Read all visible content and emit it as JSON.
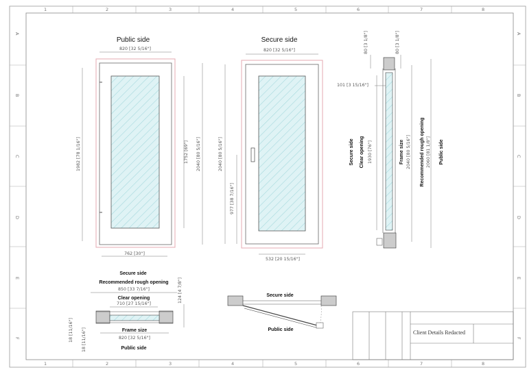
{
  "ruler": {
    "columns": [
      "1",
      "2",
      "3",
      "4",
      "5",
      "6",
      "7",
      "8"
    ],
    "rows": [
      "A",
      "B",
      "C",
      "D",
      "E",
      "F"
    ]
  },
  "views": {
    "public_title": "Public side",
    "secure_title": "Secure side",
    "public_dims": {
      "top_width": "820 [32 5/16\"]",
      "bottom_width": "762 [30\"]",
      "left_height": "1982 [78 1/16\"]",
      "right_inner": "1752 [69\"]",
      "right_outer": "2040 [80 5/16\"]"
    },
    "secure_dims": {
      "top_width": "820 [32 5/16\"]",
      "left_outer": "2040 [80 5/16\"]",
      "handle_height": "977 [38 7/16\"]",
      "bottom_width": "532 [20 15/16\"]"
    },
    "section_dims": {
      "top_a": "80 [3 1/8\"]",
      "top_b": "80 [3 1/8\"]",
      "frame_depth": "101 [3 15/16\"]",
      "secure_side": "Secure side",
      "clear_opening": "Clear opening",
      "clear_opening_value": "1930 [76\"]",
      "frame_size": "Frame size",
      "frame_size_value": "2040 [80 5/16\"]",
      "rough_opening": "Recommended rough opening",
      "rough_opening_value": "2060 [81 1/8\"]",
      "public_side": "Public side"
    },
    "plan": {
      "secure_side": "Secure side",
      "rough_opening": "Recommended rough opening",
      "rough_opening_value": "850 [33 7/16\"]",
      "clear_opening": "Clear opening",
      "clear_opening_value": "710 [27 15/16\"]",
      "frame_size": "Frame size",
      "frame_size_value": "820 [32 5/16\"]",
      "public_side": "Public side",
      "depth": "124 [4 7/8\"]",
      "left_a": "18 [11/16\"]",
      "left_b": "18 [11/16\"]"
    },
    "swing": {
      "secure_side": "Secure side",
      "public_side": "Public side"
    }
  },
  "title_block": {
    "client": "Client Details Redacted"
  }
}
